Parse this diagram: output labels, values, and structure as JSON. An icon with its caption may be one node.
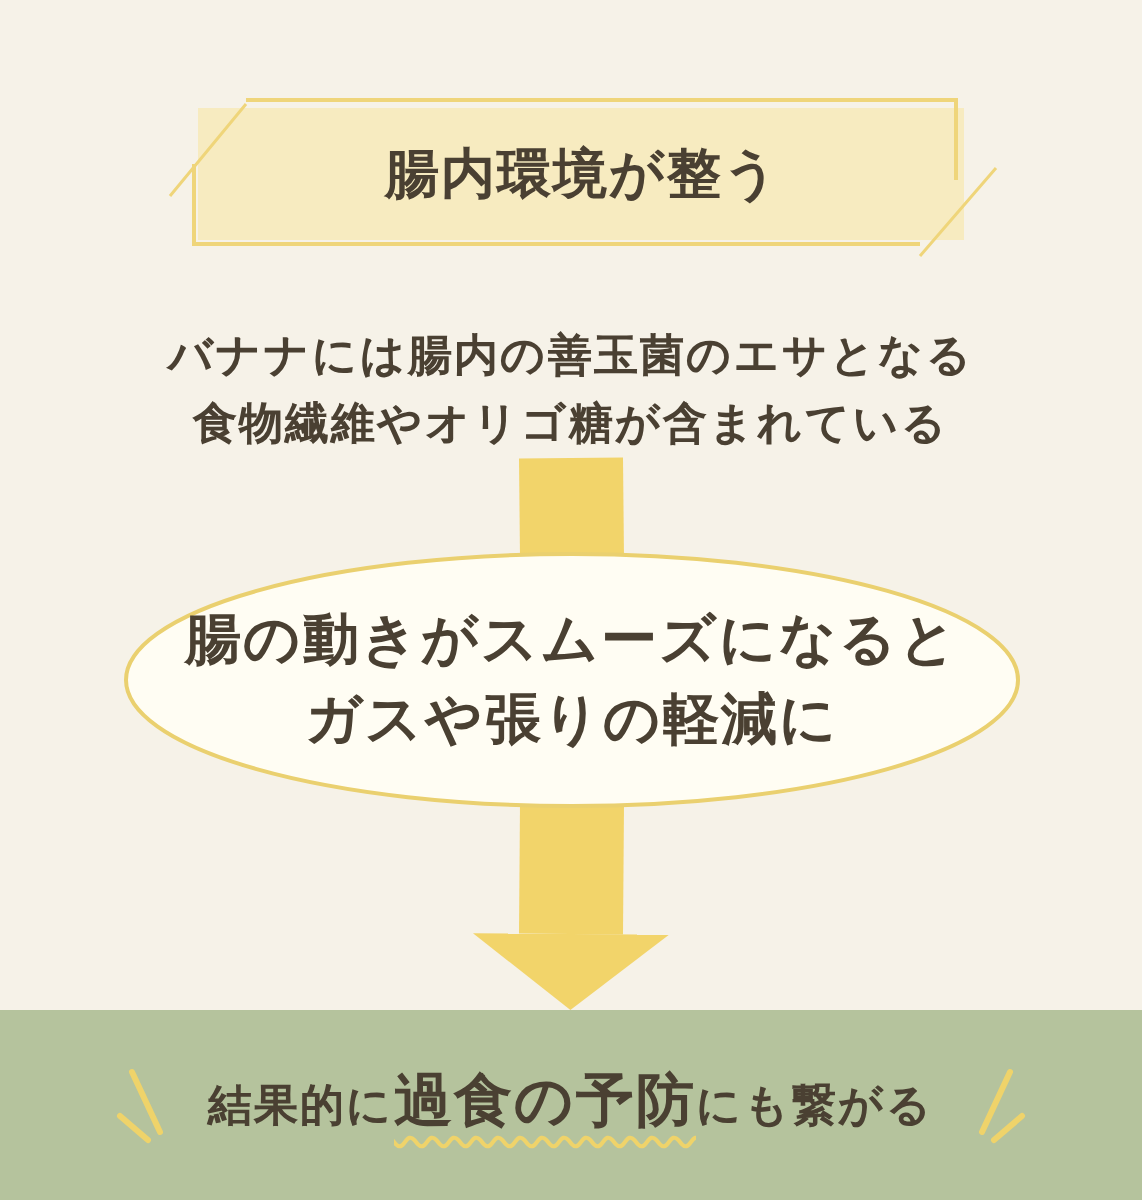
{
  "diagram": {
    "nodes": [
      {
        "text": [
          "腸内環境が整う"
        ]
      },
      {
        "text": [
          "バナナには腸内の善玉菌のエサとなる食物繊維やオリゴ糖が含まれている"
        ]
      },
      {
        "text": [
          "腸の動きがスムーズになるとガスや張りの軽減に"
        ]
      },
      {
        "text": [
          "結果的に**過食の予防**にも繋がる"
        ]
      }
    ],
    "edges": [
      {
        "from": 1,
        "to": 2,
        "arrow": "none"
      },
      {
        "from": 2,
        "to": 3,
        "arrow": "to"
      }
    ]
  }
}
